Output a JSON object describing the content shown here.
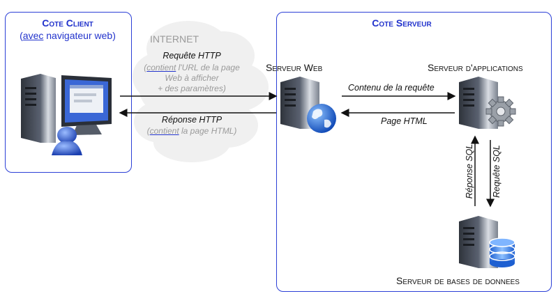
{
  "client": {
    "title": "Cote Client",
    "subtitle_prefix": "(",
    "subtitle_link": "avec",
    "subtitle_rest": " navigateur web)"
  },
  "server": {
    "title": "Cote Serveur",
    "web_server": "Serveur Web",
    "app_server": "Serveur d'applications",
    "db_server": "Serveur de bases de donnees"
  },
  "internet": {
    "label": "INTERNET",
    "request_title": "Requête HTTP",
    "request_note_open": "(",
    "request_note_link": "contient",
    "request_note_rest": " l'URL de la page",
    "request_note_line2": "Web à afficher",
    "request_note_line3": "+ des paramètres)",
    "response_title": "Réponse HTTP",
    "response_note_open": "(",
    "response_note_link": "contient",
    "response_note_rest": " la page HTML)"
  },
  "flows": {
    "request_content": "Contenu de la requête",
    "html_page": "Page HTML",
    "sql_response": "Réponse SQL",
    "sql_request": "Requête SQL"
  },
  "colors": {
    "border": "#2b3fd6",
    "title": "#2233cc"
  }
}
